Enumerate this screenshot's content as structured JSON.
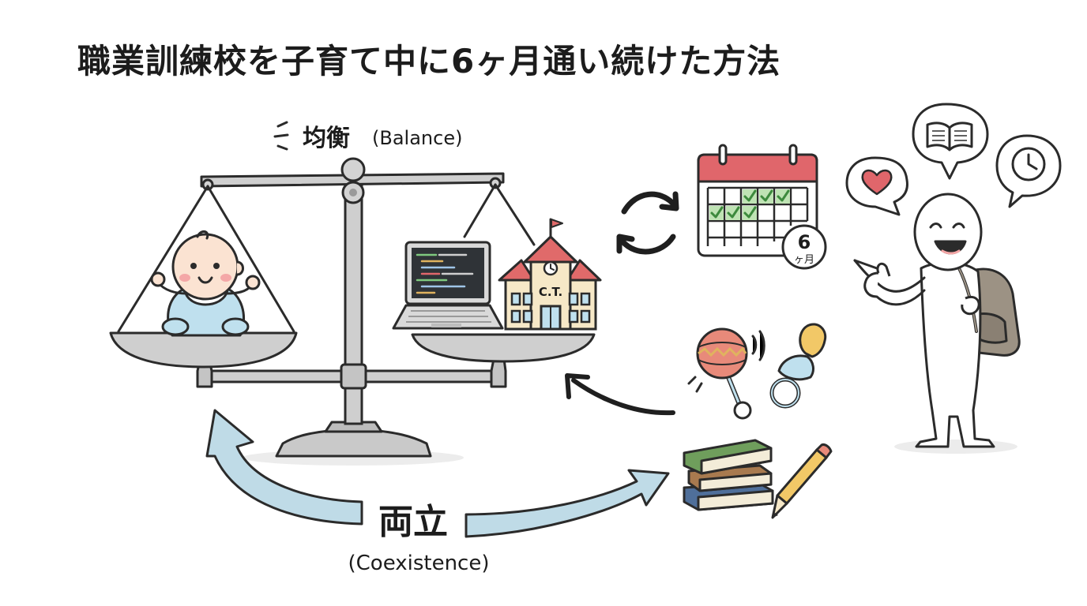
{
  "title": "職業訓練校を子育て中に6ヶ月通い続けた方法",
  "labels": {
    "balance": "均衡",
    "balance_en": "(Balance)",
    "coexistence": "両立",
    "coexistence_en": "(Coexistence)",
    "school_sign": "C.T.",
    "calendar_months": "6",
    "calendar_unit": "ヶ月"
  },
  "colors": {
    "arrow_blue": "#bfdbe7",
    "calendar_red": "#e0666b",
    "check_green": "#7fc97f",
    "book_green": "#6f9e5c",
    "book_blue": "#4f6f9a",
    "roof_red": "#e06a6a",
    "baby_blue": "#bfe0ee",
    "heart_red": "#e0666b"
  }
}
